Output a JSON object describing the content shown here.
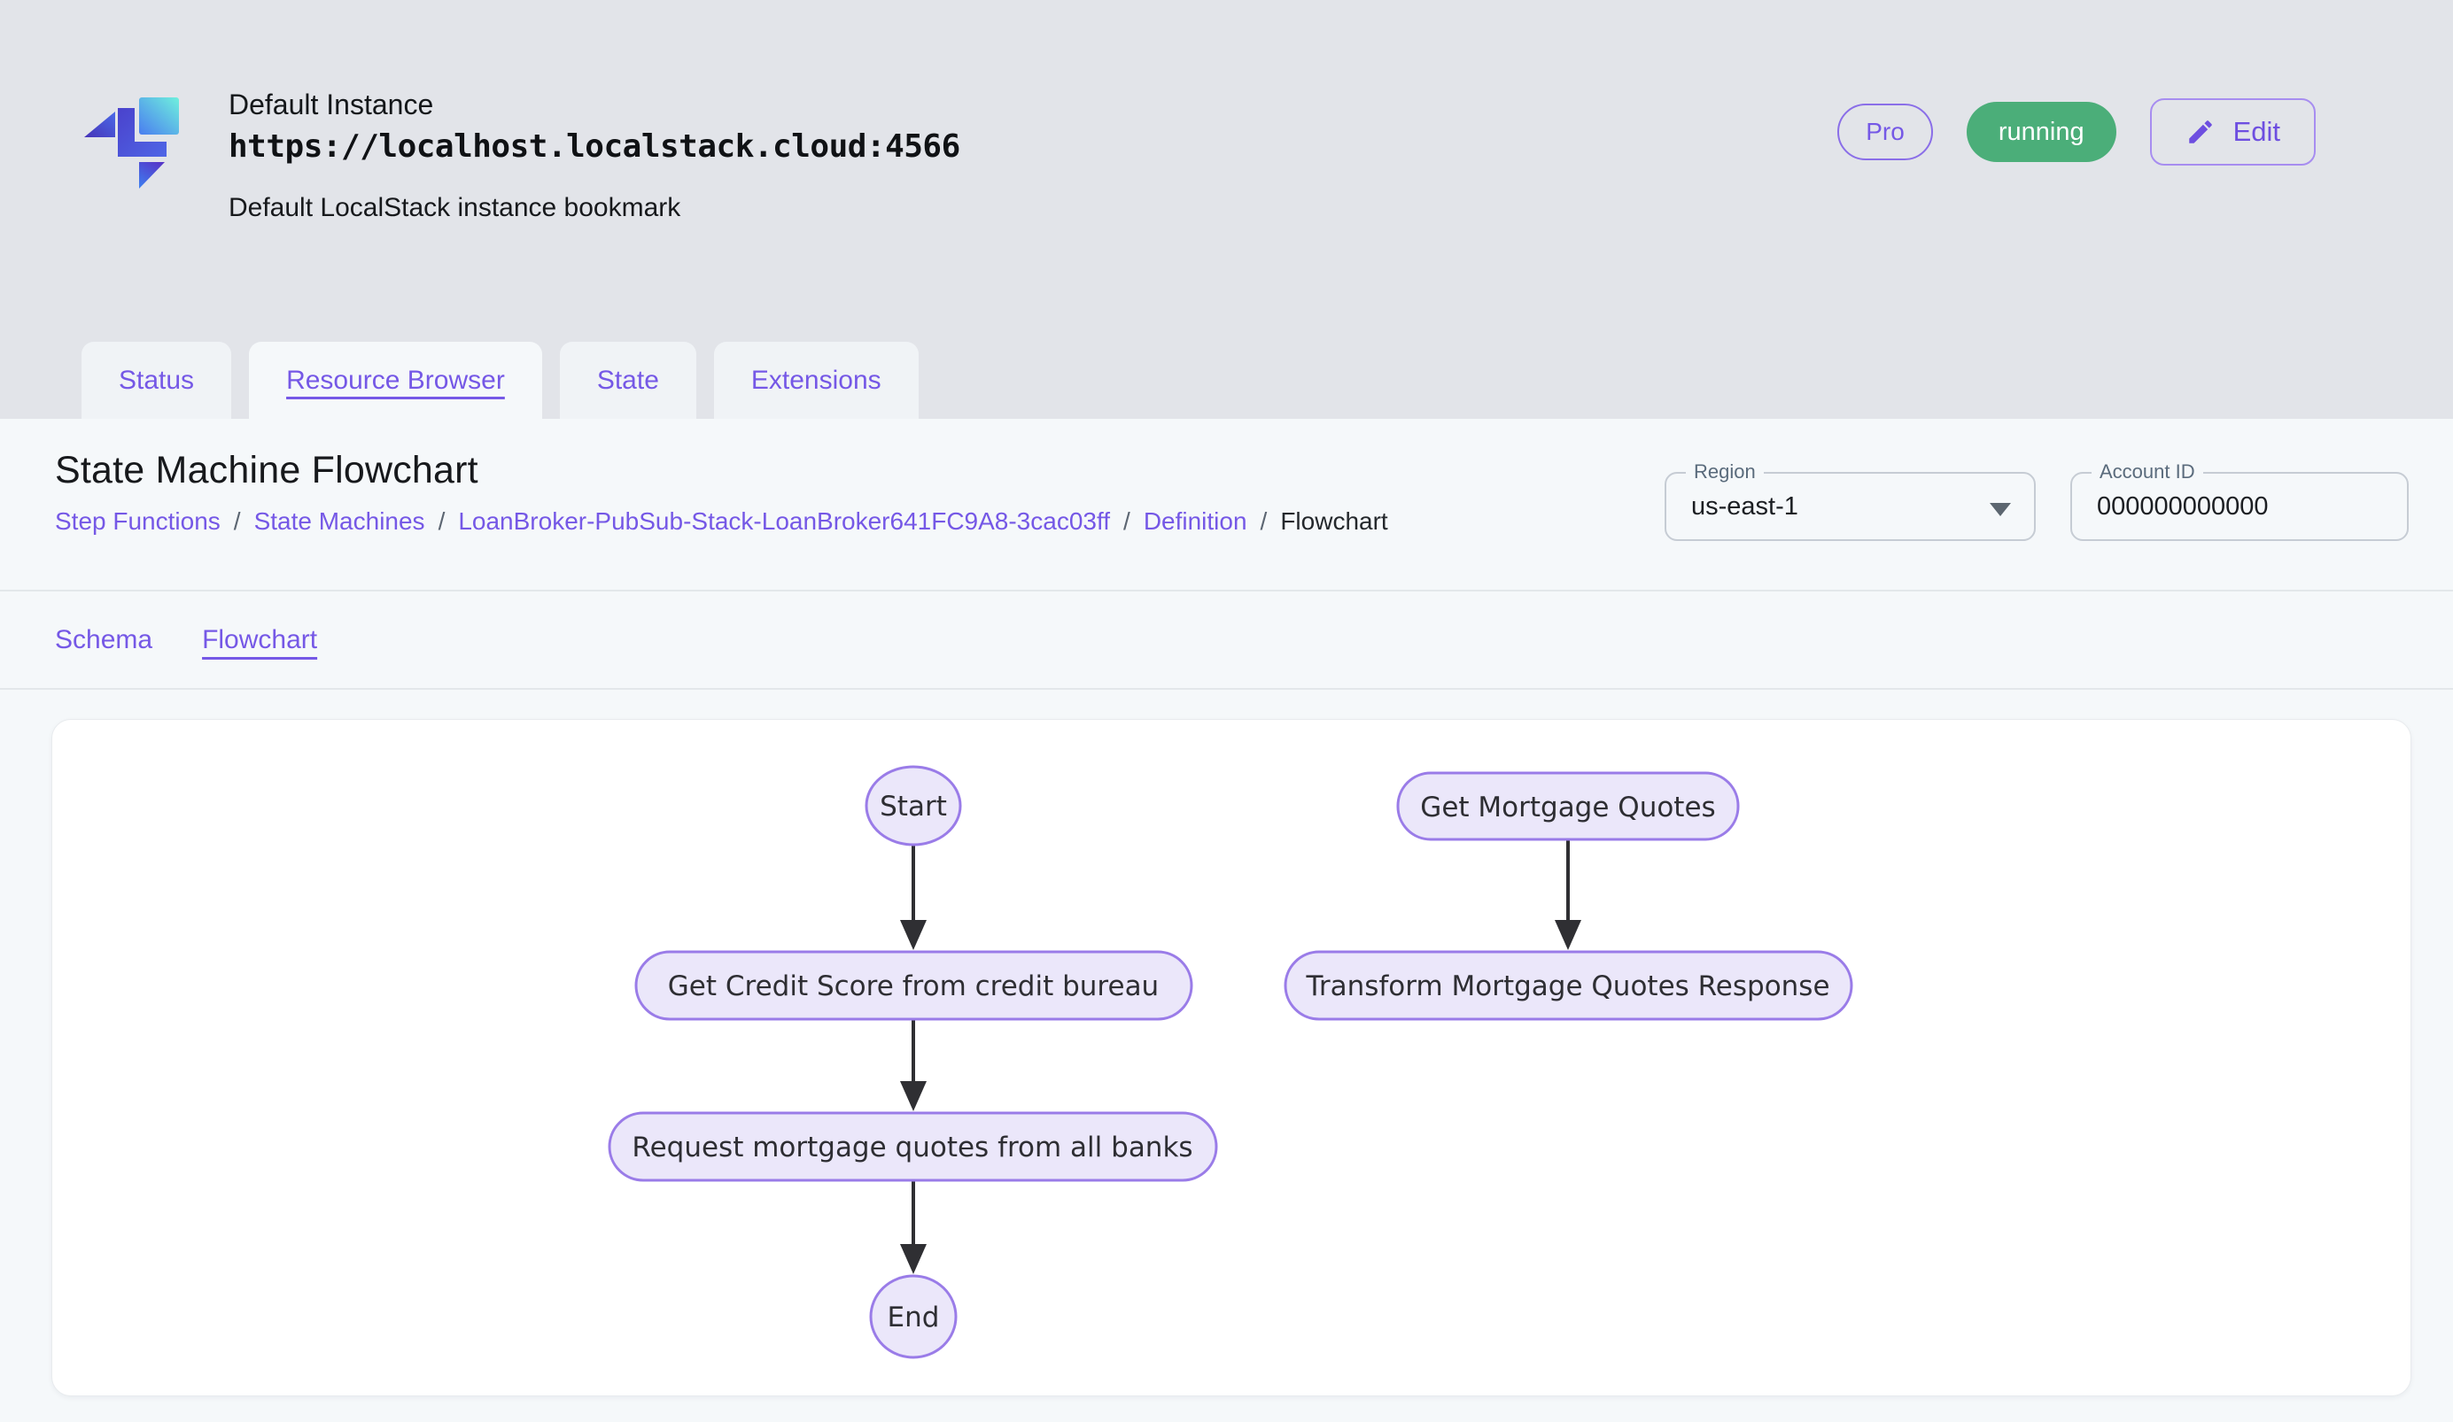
{
  "header": {
    "instance_name": "Default Instance",
    "url": "https://localhost.localstack.cloud:4566",
    "description": "Default LocalStack instance bookmark",
    "pro_badge": "Pro",
    "status_badge": "running",
    "edit_label": "Edit"
  },
  "tabs": [
    {
      "label": "Status",
      "active": false
    },
    {
      "label": "Resource Browser",
      "active": true
    },
    {
      "label": "State",
      "active": false
    },
    {
      "label": "Extensions",
      "active": false
    }
  ],
  "page": {
    "title": "State Machine Flowchart",
    "breadcrumb": [
      {
        "label": "Step Functions"
      },
      {
        "label": "State Machines"
      },
      {
        "label": "LoanBroker-PubSub-Stack-LoanBroker641FC9A8-3cac03ff"
      },
      {
        "label": "Definition"
      },
      {
        "label": "Flowchart"
      }
    ],
    "breadcrumb_separator": "/",
    "region": {
      "label": "Region",
      "value": "us-east-1"
    },
    "account": {
      "label": "Account ID",
      "value": "000000000000"
    },
    "subtabs": [
      {
        "label": "Schema",
        "active": false
      },
      {
        "label": "Flowchart",
        "active": true
      }
    ]
  },
  "flowchart": {
    "nodes": [
      {
        "id": "start",
        "label": "Start",
        "shape": "ellipse"
      },
      {
        "id": "get-credit-score",
        "label": "Get Credit Score from credit bureau",
        "shape": "stadium"
      },
      {
        "id": "request-quotes",
        "label": "Request mortgage quotes from all banks",
        "shape": "stadium"
      },
      {
        "id": "end",
        "label": "End",
        "shape": "ellipse"
      },
      {
        "id": "get-mortgage-quotes",
        "label": "Get Mortgage Quotes",
        "shape": "stadium"
      },
      {
        "id": "transform-response",
        "label": "Transform Mortgage Quotes Response",
        "shape": "stadium"
      }
    ],
    "edges": [
      {
        "from": "start",
        "to": "get-credit-score"
      },
      {
        "from": "get-credit-score",
        "to": "request-quotes"
      },
      {
        "from": "request-quotes",
        "to": "end"
      },
      {
        "from": "get-mortgage-quotes",
        "to": "transform-response"
      }
    ]
  },
  "colors": {
    "accent_purple": "#7558e6",
    "status_green": "#4bae79",
    "node_fill": "#ebe7fa",
    "node_stroke": "#9a7ce8",
    "header_bg": "#e2e4e9",
    "panel_bg": "#f5f8fa"
  }
}
